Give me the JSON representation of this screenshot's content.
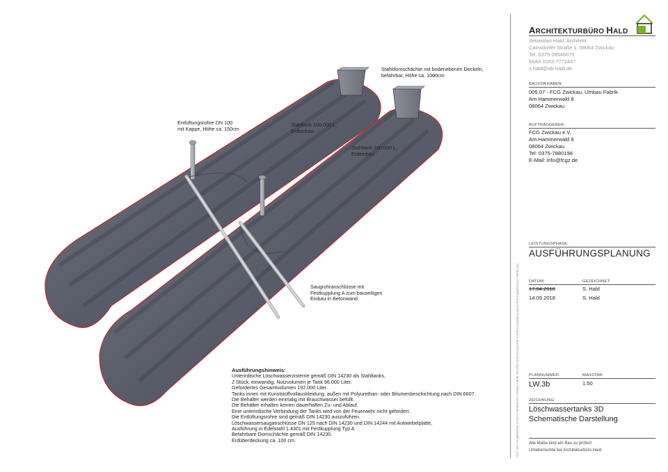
{
  "annotations": {
    "domes": "Stahldomschächte mit bodenebenen Deckeln,\nbefahrbar, Höhe ca. 1000cm",
    "vent": "Entlüftungsrohre DN 100\nmit Kappe, Höhe ca. 150cm",
    "tank1": "Stahltank 100.000 L,\nErdeinbau",
    "tank2": "Stahltank 100.000 L,\nErdeinbau",
    "suction": "Saugrohranschlüsse mit\nFestkupplung A zum bauseitigen\nEinbau in Betonwand"
  },
  "notes": {
    "heading": "Ausführungshinweis:",
    "lines": [
      "Unterirdische Löschwasserzisterne gemäß DIN 14230 als Stahltanks,",
      "2 Stück, einwandig, Nutzvolumen je Tank 96.000 Liter.",
      "Gefordertes Gesamtvolumen 192.000 Liter.",
      "Tanks innen mit Kunststoffvollauskleidung, außen mit Polyurethan- oder Bitumenbeschichtung nach DIN 6607.",
      "Die Behälter werden einmalig mit Brauchwasser befüllt.",
      "Die Behälter erhalten keinen dauerhaften Zu- und Ablauf.",
      "Eine unterirdische Verbindung der Tanks wird von der Feuerwehr nicht gefordert.",
      "Die Entlüftungsrohre sind gemäß DIN 14230 auszuführen.",
      "Löschwassersauganschlüsse DN 125 nach DIN 14230 und DIN 14244 mit Antiwirbelplatte,",
      "Ausführung in Edelstahl 1.4301 mit Festkupplung Typ A",
      "Befahrbare Domschächte gemäß DIN 14230.",
      "Erdüberdeckung ca. 100 cm."
    ]
  },
  "titleblock": {
    "firm_first": "A",
    "firm_rest": "RCHITEKTURBÜRO ",
    "firm_h": "H",
    "firm_hrest": "ALD",
    "address": "Sebastian Hald, Architekt\nCainsdorfer Straße 1, 08064 Zwickau\nTel. 0375-28546070\nMobil 0163-7772447\ns.hald@ab-hald.de",
    "project_label": "BAUVORHABEN:",
    "project": "005.07 - FCG Zwickau, Umbau Fabrik\nAm Hammerwald 8\n08064 Zwickau",
    "client_label": "AUFTRAGGEBER:",
    "client": "FCG Zwickau e.V.\nAm Hammerwald 8\n08064 Zwickau\nTel: 0375-7880198\nE-Mail: info@fcgz.de",
    "phase_label": "LEISTUNGSPHASE:",
    "phase": "AUSFÜHRUNGSPLANUNG",
    "date_label": "DATUM:",
    "drawn_label": "GEZEICHNET:",
    "date_old": "17.04.2018",
    "drawn_old": "S. Hald",
    "date_new": "14.09.2018",
    "drawn_new": "S. Hald",
    "plan_label": "PLANNUMMER:",
    "scale_label": "MAßSTAB:",
    "plan_no": "LW.3b",
    "scale": "1:50",
    "drawing_label": "ZEICHNUNG:",
    "drawing": "Löschwassertanks 3D\nSchematische Darstellung",
    "disclaimer1": "Alle Maße sind am Bau zu prüfen!",
    "disclaimer2": "Urheberrechte bei Architekturbüro Hald",
    "side_path": "Plot: 2/01 Projekte/005 FCG/Architektur/07 Umbau Fabrik 2015/02 Zeichnungen/05 Ausführungsplanung/Ausführungsplanung Fabrik.vwx"
  },
  "colors": {
    "tank_body": "#5a5d6a",
    "tank_outline": "#cc2222",
    "logo_green": "#7ab41e"
  }
}
